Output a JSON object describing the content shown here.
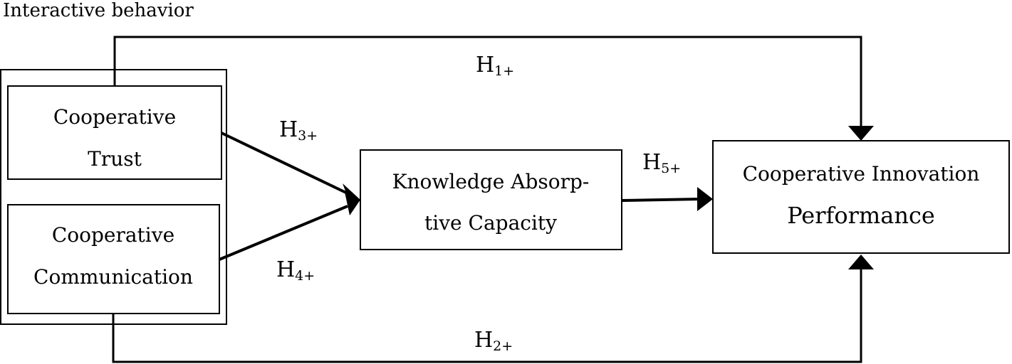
{
  "group": {
    "title": "Interactive behavior"
  },
  "nodes": {
    "trust": {
      "line1": "Cooperative",
      "line2": "Trust"
    },
    "communication": {
      "line1": "Cooperative",
      "line2": "Communication"
    },
    "absorptive": {
      "line1": "Knowledge Absorp-",
      "line2": "tive Capacity"
    },
    "performance": {
      "line1": "Cooperative Innovation",
      "line2": "Performance"
    }
  },
  "hypotheses": {
    "h1": {
      "letter": "H",
      "sub": "1+"
    },
    "h2": {
      "letter": "H",
      "sub": "2+"
    },
    "h3": {
      "letter": "H",
      "sub": "3+"
    },
    "h4": {
      "letter": "H",
      "sub": "4+"
    },
    "h5": {
      "letter": "H",
      "sub": "5+"
    }
  }
}
